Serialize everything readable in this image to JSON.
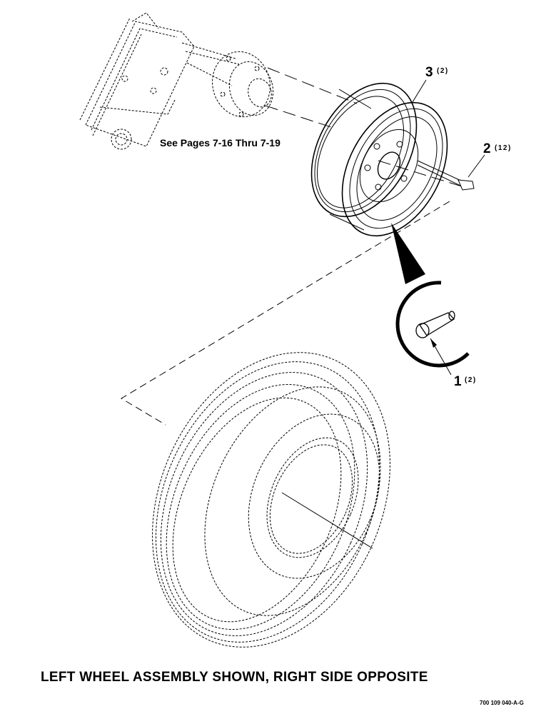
{
  "callouts": [
    {
      "number": "1",
      "qty": "(2)"
    },
    {
      "number": "2",
      "qty": "(12)"
    },
    {
      "number": "3",
      "qty": "(2)"
    }
  ],
  "reference_note": "See Pages 7-16 Thru 7-19",
  "caption": "LEFT WHEEL ASSEMBLY SHOWN, RIGHT SIDE OPPOSITE",
  "document_number": "700 109 040-A-G"
}
